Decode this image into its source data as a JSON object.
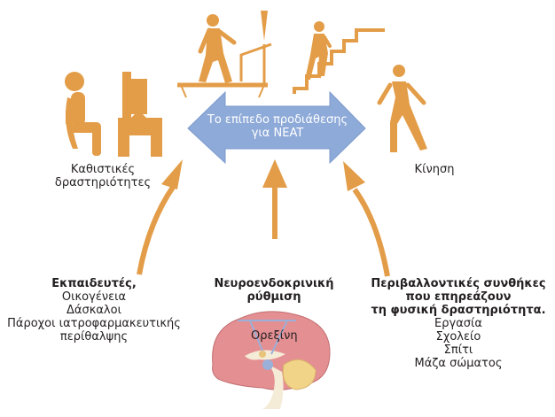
{
  "colors": {
    "orange": "#e39d48",
    "blue_arrow": "#8eaad8",
    "blue_arrow_stroke": "#6f8fc8",
    "brain_pink": "#e48f92",
    "text": "#231f20"
  },
  "center_arrow": {
    "line1": "Το επίπεδο προδιάθεσης",
    "line2": "για NEAT"
  },
  "top_icons": [
    {
      "name": "sitting-at-desk",
      "caption_line1": "Καθιστικές",
      "caption_line2": "δραστηριότητες"
    },
    {
      "name": "treadmill-walking"
    },
    {
      "name": "stair-climbing"
    },
    {
      "name": "walking",
      "caption": "Κίνηση"
    }
  ],
  "factors": {
    "left": {
      "title": "Εκπαιδευτές,",
      "items": [
        "Οικογένεια",
        "Δάσκαλοι",
        "Πάροχοι ιατροφαρμακευτικής",
        "περίθαλψης"
      ]
    },
    "middle": {
      "title_line1": "Νευροενδοκρινική",
      "title_line2": "ρύθμιση",
      "brain_label": "Ορεξίνη"
    },
    "right": {
      "title_line1": "Περιβαλλοντικές συνθήκες",
      "title_line2": "που επηρεάζουν",
      "title_line3": "τη φυσική δραστηριότητα.",
      "items": [
        "Εργασία",
        "Σχολείο",
        "Σπίτι",
        "Μάζα σώματος"
      ]
    }
  }
}
